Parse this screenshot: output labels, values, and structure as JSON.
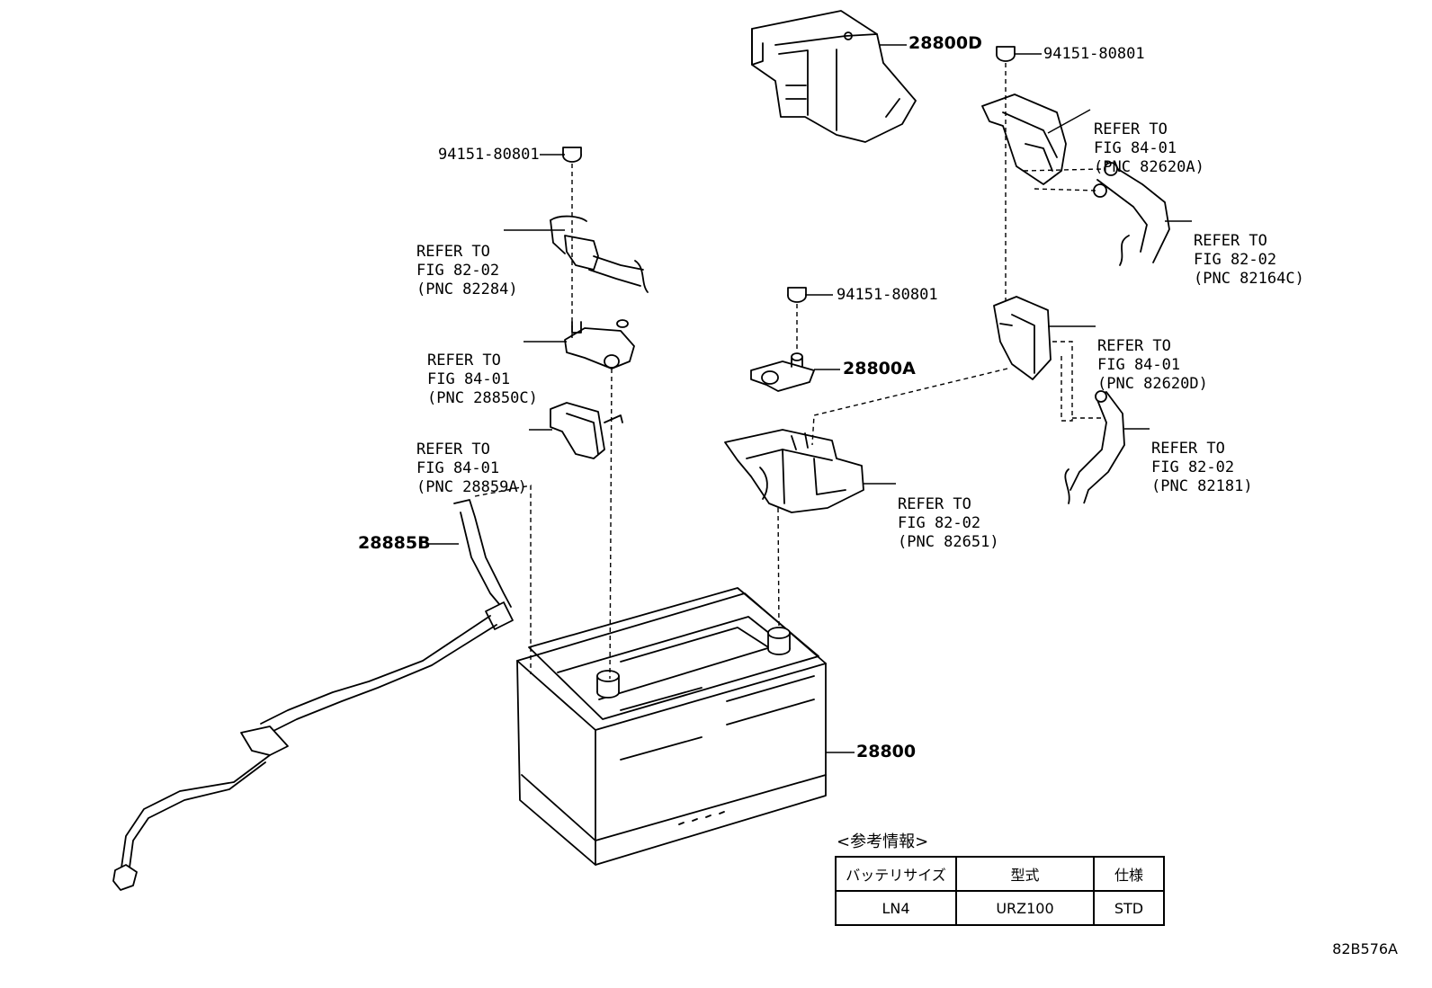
{
  "labels": {
    "p28800D": "28800D",
    "bolt_top_right": "94151-80801",
    "bolt_left": "94151-80801",
    "bolt_mid": "94151-80801",
    "p28800A": "28800A",
    "p28885B": "28885B",
    "p28800": "28800"
  },
  "refs": [
    {
      "l1": "REFER TO",
      "l2": "FIG 82-02",
      "l3": "(PNC 82284)"
    },
    {
      "l1": "REFER TO",
      "l2": "FIG 84-01",
      "l3": "(PNC 28850C)"
    },
    {
      "l1": "REFER TO",
      "l2": "FIG 84-01",
      "l3": "(PNC 28859A)"
    },
    {
      "l1": "REFER TO",
      "l2": "FIG 84-01",
      "l3": "(PNC 82620A)"
    },
    {
      "l1": "REFER TO",
      "l2": "FIG 82-02",
      "l3": "(PNC 82164C)"
    },
    {
      "l1": "REFER TO",
      "l2": "FIG 84-01",
      "l3": "(PNC 82620D)"
    },
    {
      "l1": "REFER TO",
      "l2": "FIG 82-02",
      "l3": "(PNC 82181)"
    },
    {
      "l1": "REFER TO",
      "l2": "FIG 82-02",
      "l3": "(PNC 82651)"
    }
  ],
  "info": {
    "title": "<参考情報>",
    "headers": [
      "バッテリサイズ",
      "型式",
      "仕様"
    ],
    "row": [
      "LN4",
      "URZ100",
      "STD"
    ]
  },
  "diagram_code": "82B576A"
}
